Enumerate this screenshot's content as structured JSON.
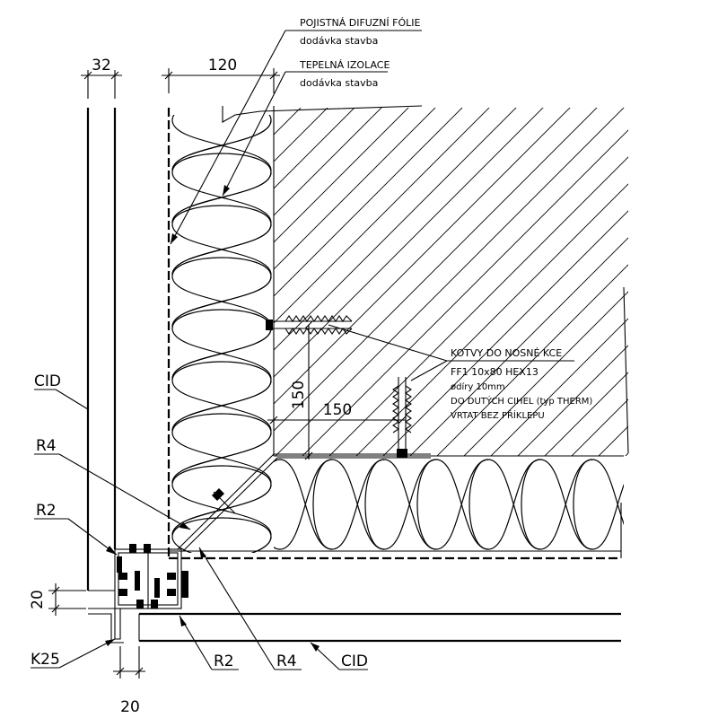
{
  "dimensions": {
    "d32": "32",
    "d120": "120",
    "d150_vertical": "150",
    "d150_horizontal": "150",
    "d20_left": "20",
    "d20_bottom": "20"
  },
  "labels": {
    "foil_title": "POJISTNÁ DIFUZNÍ FÓLIE",
    "foil_sub": "dodávka stavba",
    "insulation_title": "TEPELNÁ IZOLACE",
    "insulation_sub": "dodávka stavba",
    "cid_left": "CID",
    "r4_left": "R4",
    "r2_left": "R2",
    "k25": "K25",
    "r2_bottom": "R2",
    "r4_bottom": "R4",
    "cid_bottom": "CID"
  },
  "anchor_note": {
    "title": "KOTVY DO NOSNÉ KCE",
    "line1": "FF1  10x80  HEX13",
    "line2": "ødíry 10mm",
    "line3": "DO DUTÝCH CIHEL (typ THERM)",
    "line4": "VRTAT BEZ PŘÍKLEPU"
  }
}
